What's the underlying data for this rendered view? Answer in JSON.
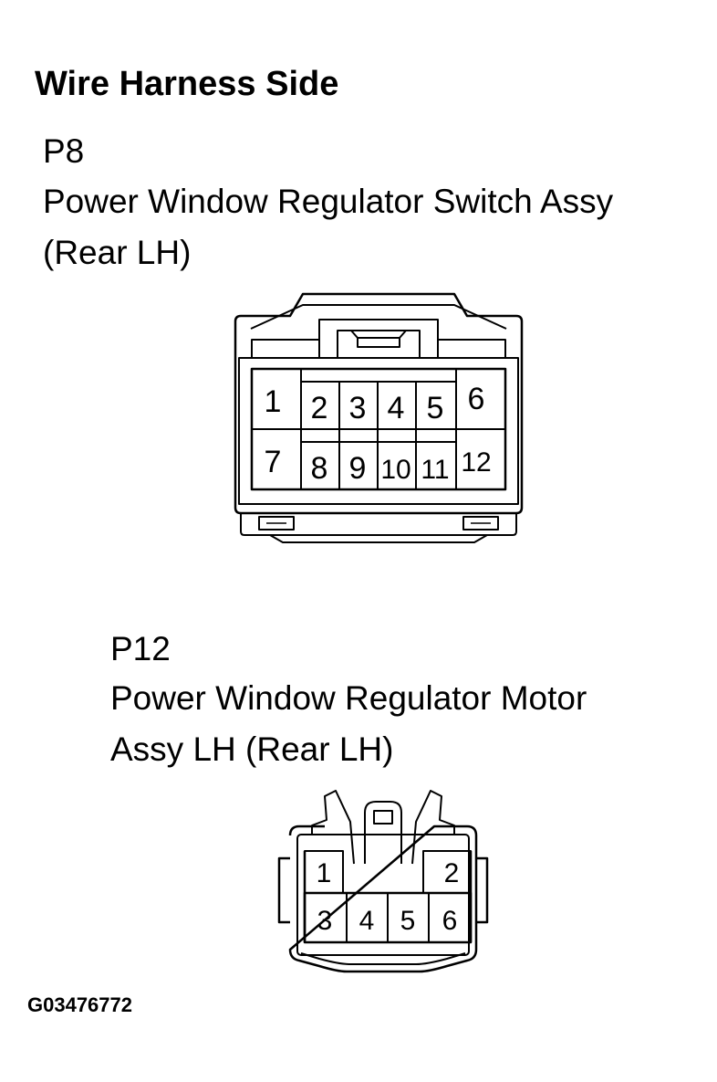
{
  "heading": "Wire Harness Side",
  "connectors": [
    {
      "id": "P8",
      "name_line1": "Power Window Regulator Switch Assy",
      "name_line2": "(Rear LH)",
      "pins": [
        "1",
        "2",
        "3",
        "4",
        "5",
        "6",
        "7",
        "8",
        "9",
        "10",
        "11",
        "12"
      ]
    },
    {
      "id": "P12",
      "name_line1": "Power Window Regulator Motor",
      "name_line2": "Assy LH (Rear LH)",
      "pins": [
        "1",
        "2",
        "3",
        "4",
        "5",
        "6"
      ]
    }
  ],
  "figure_code": "G03476772"
}
